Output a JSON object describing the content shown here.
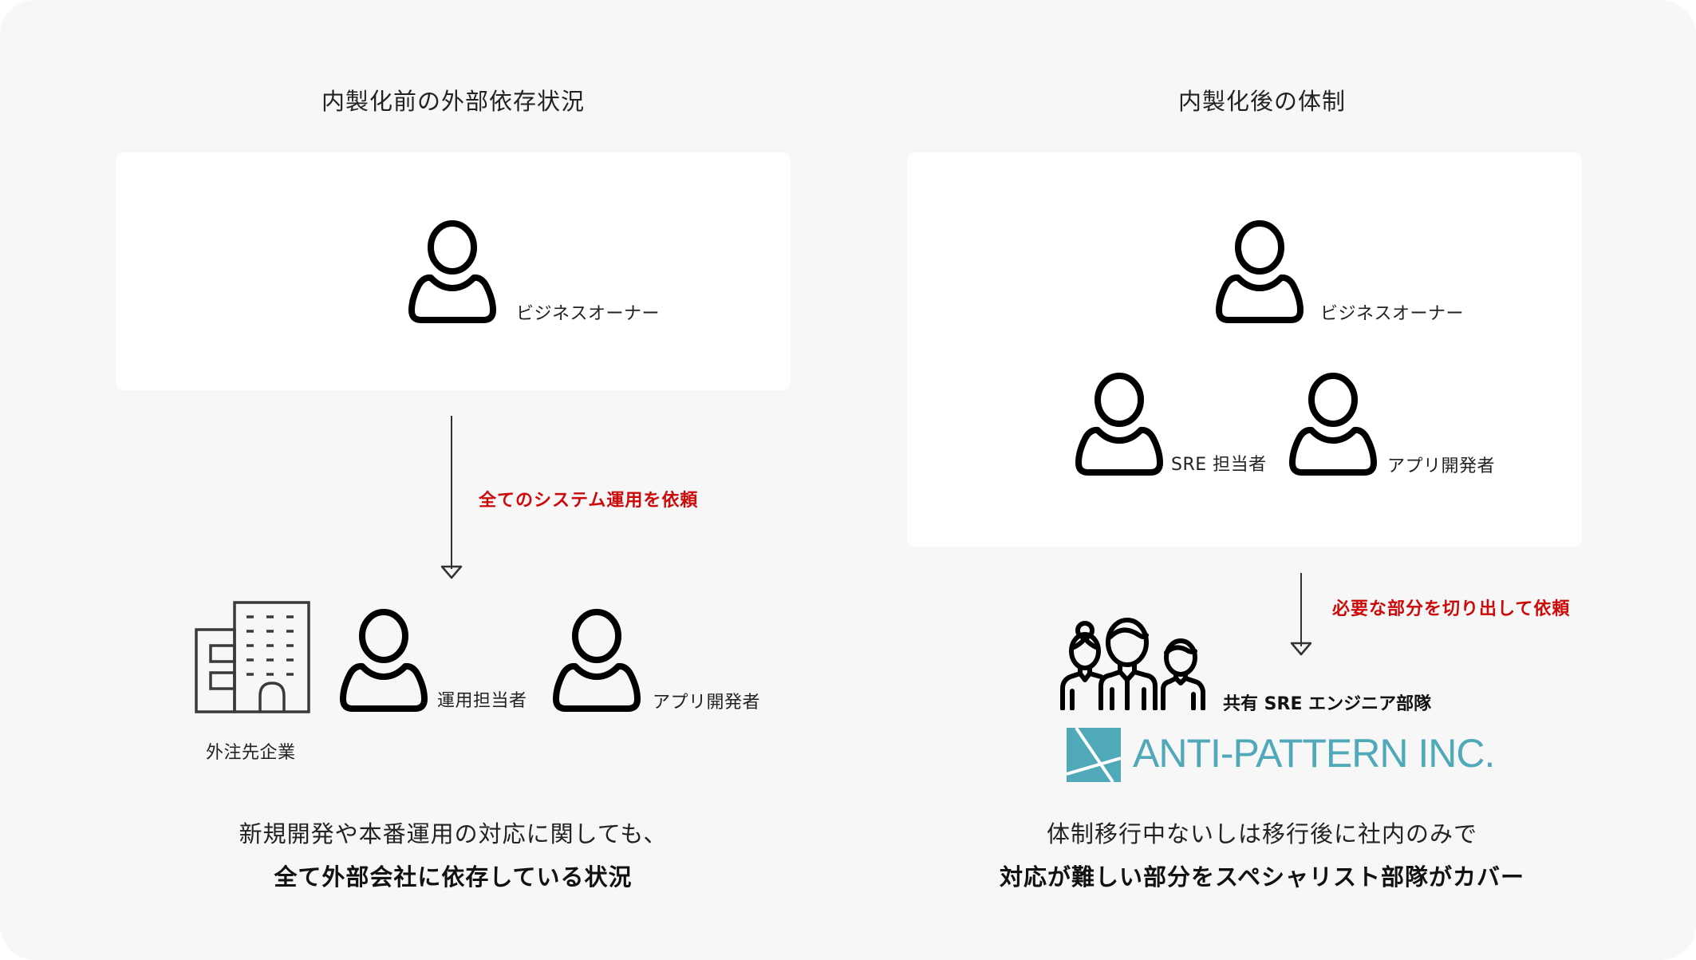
{
  "colors": {
    "frame_bg": "#f7f7f7",
    "card_bg": "#ffffff",
    "request_label": "#cc0a0a",
    "logo": "#4fa9b8",
    "icon_stroke": "#000000",
    "arrow": "#333333"
  },
  "left": {
    "title": "内製化前の外部依存状況",
    "card": {
      "person": {
        "icon": "person-icon",
        "label": "ビジネスオーナー"
      }
    },
    "arrow_label": "全てのシステム運用を依頼",
    "vendor": {
      "building": {
        "icon": "building-icon",
        "label": "外注先企業"
      },
      "people": [
        {
          "icon": "person-icon",
          "label": "運用担当者"
        },
        {
          "icon": "person-icon",
          "label": "アプリ開発者"
        }
      ]
    },
    "caption": {
      "line1": "新規開発や本番運用の対応に関しても、",
      "line2": "全て外部会社に依存している状況"
    }
  },
  "right": {
    "title": "内製化後の体制",
    "card": {
      "owner": {
        "icon": "person-icon",
        "label": "ビジネスオーナー"
      },
      "people": [
        {
          "icon": "person-icon",
          "label": "SRE 担当者"
        },
        {
          "icon": "person-icon",
          "label": "アプリ開発者"
        }
      ]
    },
    "arrow_label": "必要な部分を切り出して依頼",
    "team": {
      "icon": "team-icon",
      "label": "共有 SRE エンジニア部隊"
    },
    "logo": {
      "icon": "anti-pattern-logo-mark",
      "text": "ANTI-PATTERN INC."
    },
    "caption": {
      "line1": "体制移行中ないしは移行後に社内のみで",
      "line2": "対応が難しい部分をスペシャリスト部隊がカバー"
    }
  }
}
